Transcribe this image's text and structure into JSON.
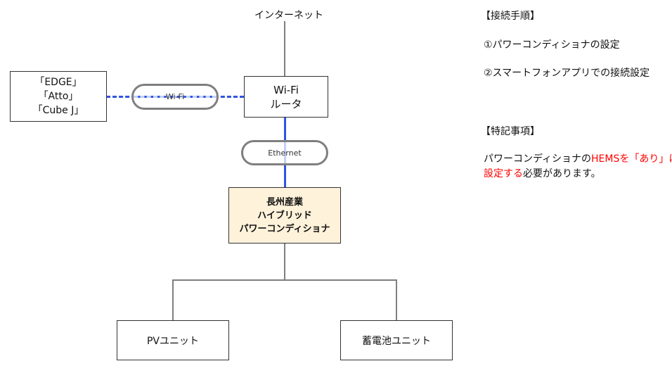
{
  "nodes": {
    "internet": "インターネット",
    "router": [
      "Wi-Fi",
      "ルータ"
    ],
    "devices": [
      "「EDGE」",
      "「Atto」",
      "「Cube J」"
    ],
    "wifi_link": "Wi-Fi",
    "ethernet_link": "Ethernet",
    "pcs": [
      "長州産業",
      "ハイブリッド",
      "パワーコンディショナ"
    ],
    "pv": "PVユニット",
    "battery": "蓄電池ユニット"
  },
  "notes": {
    "procedure_title": "【接続手順】",
    "step1": "①パワーコンディショナの設定",
    "step2": "②スマートフォンアプリでの接続設定",
    "special_title": "【特記事項】",
    "special_part1": "パワーコンディショナの",
    "special_red1": "HEMSを「あり」に",
    "special_red2": "設定する",
    "special_part2": "必要があります。"
  },
  "colors": {
    "wire": "#7f7f7f",
    "wireless": "#2f55e0",
    "wireless_light": "#c5d0f5",
    "pcs_fill": "#fff2da",
    "highlight": "#ff0000"
  }
}
